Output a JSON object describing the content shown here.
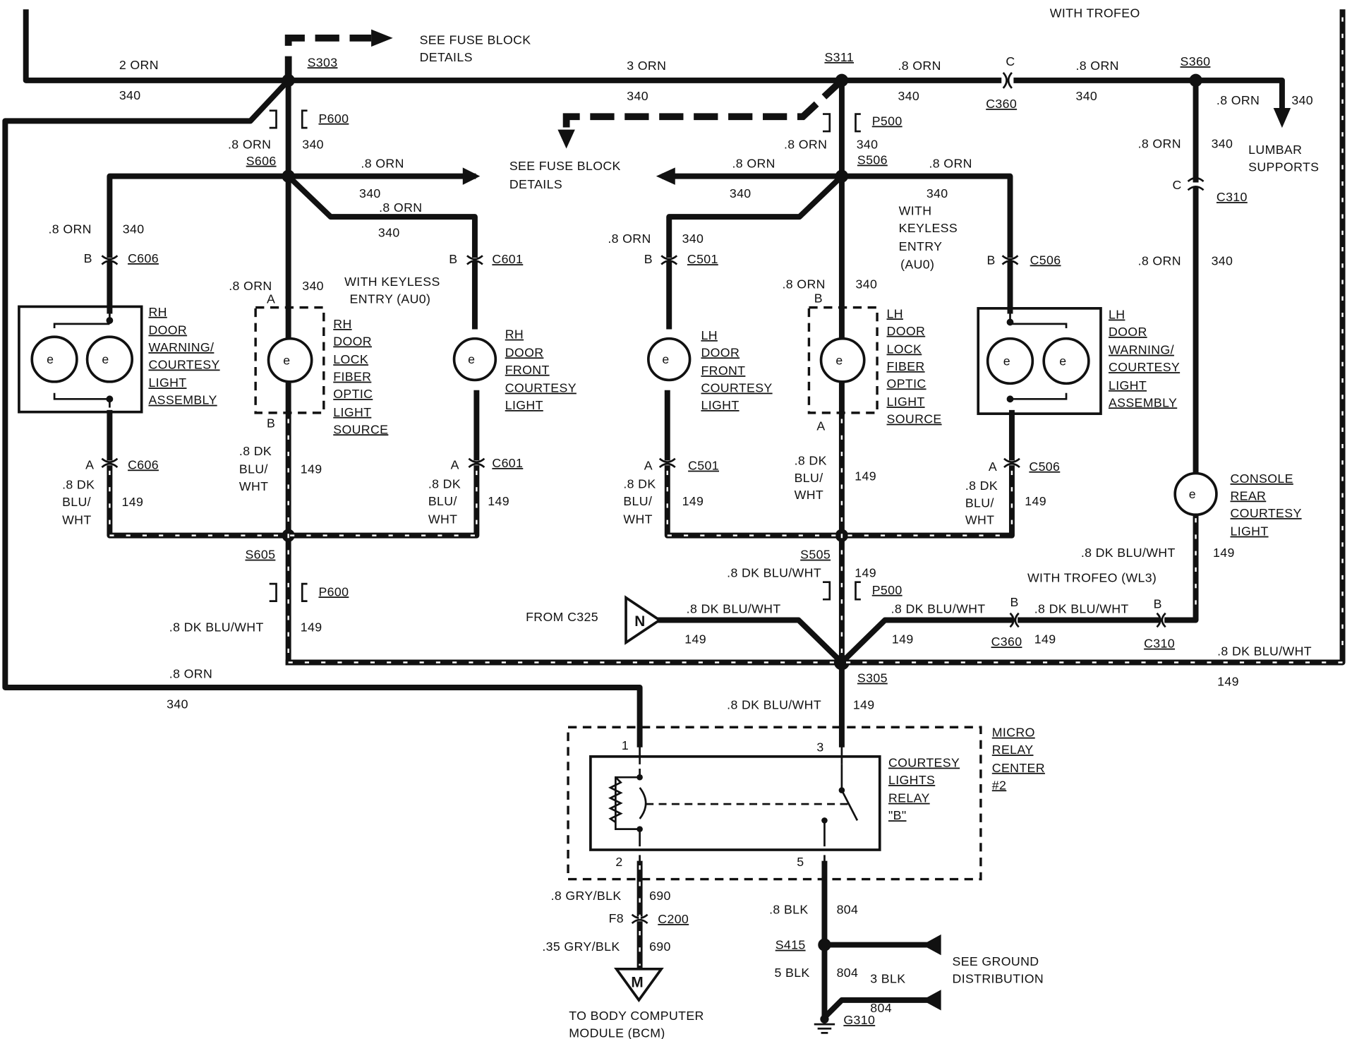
{
  "splices": {
    "s303": "S303",
    "s311": "S311",
    "s360": "S360",
    "s606": "S606",
    "s506": "S506",
    "s605": "S605",
    "s505": "S505",
    "s305": "S305",
    "s415": "S415"
  },
  "connectors": {
    "p600": "P600",
    "p500": "P500",
    "c360": "C360",
    "c310": "C310",
    "c606": "C606",
    "c601": "C601",
    "c501": "C501",
    "c506": "C506",
    "c200": "C200",
    "g310": "G310"
  },
  "pins": {
    "a": "A",
    "b": "B",
    "c": "C",
    "f8": "F8",
    "p1": "1",
    "p2": "2",
    "p3": "3",
    "p5": "5"
  },
  "wires": {
    "orn2": "2 ORN",
    "orn3": "3 ORN",
    "orn8": ".8 ORN",
    "c340": "340",
    "dkblu": ".8 DK BLU/WHT",
    "dk1": ".8 DK",
    "dk2": "BLU/",
    "dk3": "WHT",
    "c149": "149",
    "gry8": ".8 GRY/BLK",
    "gry35": ".35 GRY/BLK",
    "c690": "690",
    "blk8": ".8 BLK",
    "blk5": "5 BLK",
    "blk3": "3 BLK",
    "c804": "804"
  },
  "notes": {
    "with_trofeo": "WITH TROFEO",
    "with_trofeo_wl3": "WITH TROFEO (WL3)",
    "fuse_block": [
      "SEE FUSE BLOCK",
      "DETAILS"
    ],
    "keyless_1": [
      "WITH KEYLESS",
      "ENTRY (AU0)"
    ],
    "keyless_2": [
      "WITH",
      "KEYLESS",
      "ENTRY",
      "(AU0)"
    ],
    "lumbar": [
      "LUMBAR",
      "SUPPORTS"
    ],
    "from_c325": "FROM C325",
    "ground_dist": [
      "SEE GROUND",
      "DISTRIBUTION"
    ],
    "bcm": [
      "TO BODY COMPUTER",
      "MODULE (BCM)"
    ],
    "n_marker": "N",
    "m_marker": "M"
  },
  "components": {
    "rh_warning": [
      "RH",
      "DOOR",
      "WARNING/",
      "COURTESY",
      "LIGHT",
      "ASSEMBLY"
    ],
    "rh_lock": [
      "RH",
      "DOOR",
      "LOCK",
      "FIBER",
      "OPTIC",
      "LIGHT",
      "SOURCE"
    ],
    "rh_front": [
      "RH",
      "DOOR",
      "FRONT",
      "COURTESY",
      "LIGHT"
    ],
    "lh_front": [
      "LH",
      "DOOR",
      "FRONT",
      "COURTESY",
      "LIGHT"
    ],
    "lh_lock": [
      "LH",
      "DOOR",
      "LOCK",
      "FIBER",
      "OPTIC",
      "LIGHT",
      "SOURCE"
    ],
    "lh_warning": [
      "LH",
      "DOOR",
      "WARNING/",
      "COURTESY",
      "LIGHT",
      "ASSEMBLY"
    ],
    "console": [
      "CONSOLE",
      "REAR",
      "COURTESY",
      "LIGHT"
    ],
    "micro_relay": [
      "MICRO",
      "RELAY",
      "CENTER",
      "#2"
    ],
    "relay": [
      "COURTESY",
      "LIGHTS",
      "RELAY",
      "\"B\""
    ]
  }
}
